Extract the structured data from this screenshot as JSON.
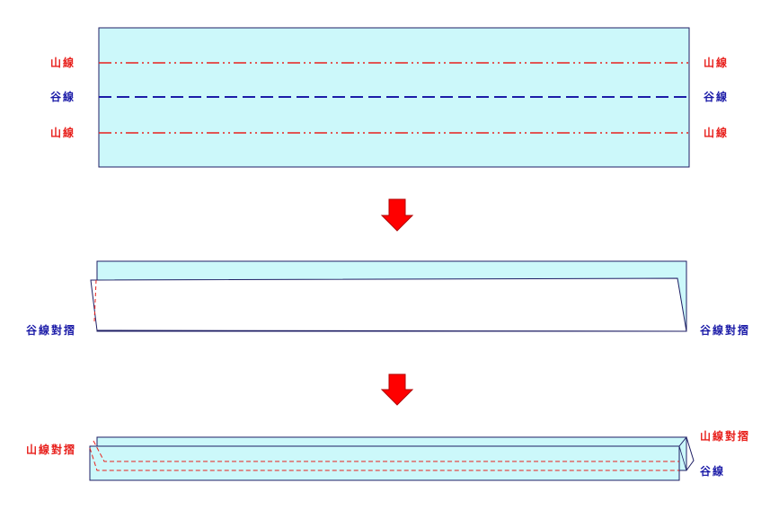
{
  "colors": {
    "paper_fill": "#ccf8fa",
    "paper_stroke": "#1e1e64",
    "mountain_line": "#e8201c",
    "valley_line": "#1c1ca8",
    "arrow_fill": "#ff0000",
    "arrow_stroke": "#b00000"
  },
  "step1": {
    "left_labels": [
      "山線",
      "谷線",
      "山線"
    ],
    "right_labels": [
      "山線",
      "谷線",
      "山線"
    ]
  },
  "step2": {
    "left_label": "谷線對摺",
    "right_label": "谷線對摺"
  },
  "step3": {
    "left_label": "山線對摺",
    "right_top_label": "山線對摺",
    "right_bottom_label": "谷線"
  },
  "icons": [
    "down-arrow-icon",
    "down-arrow-icon"
  ]
}
